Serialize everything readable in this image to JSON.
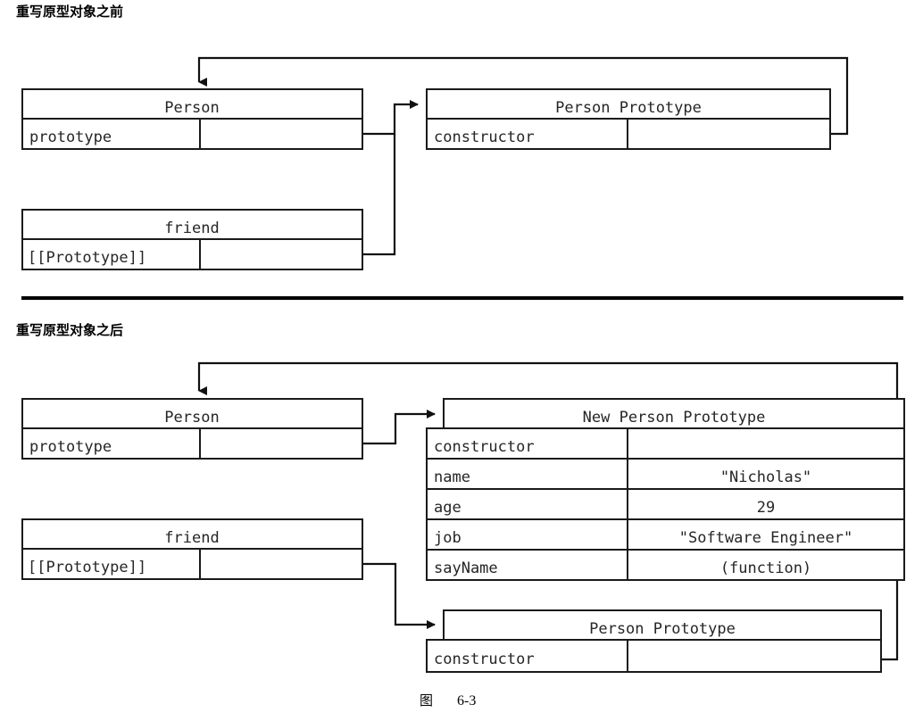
{
  "figure": {
    "caption_label": "图",
    "caption_number": "6-3"
  },
  "sections": [
    {
      "id": "before",
      "heading": "重写原型对象之前",
      "boxes": [
        {
          "id": "person-before",
          "title": "Person",
          "rows": [
            {
              "key": "prototype",
              "value": "",
              "value_kind": "pointer"
            }
          ]
        },
        {
          "id": "person-prototype-before",
          "title": "Person Prototype",
          "rows": [
            {
              "key": "constructor",
              "value": "",
              "value_kind": "pointer"
            }
          ]
        },
        {
          "id": "friend-before",
          "title": "friend",
          "rows": [
            {
              "key": "[[Prototype]]",
              "value": "",
              "value_kind": "pointer"
            }
          ]
        }
      ],
      "links": [
        {
          "from": "person-prototype-before.constructor",
          "to": "person-before"
        },
        {
          "from": "person-before.prototype",
          "to": "person-prototype-before"
        },
        {
          "from": "friend-before.[[Prototype]]",
          "to": "person-prototype-before"
        }
      ]
    },
    {
      "id": "after",
      "heading": "重写原型对象之后",
      "boxes": [
        {
          "id": "person-after",
          "title": "Person",
          "rows": [
            {
              "key": "prototype",
              "value": "",
              "value_kind": "pointer"
            }
          ]
        },
        {
          "id": "new-person-prototype",
          "title": "New Person Prototype",
          "rows": [
            {
              "key": "constructor",
              "value": "",
              "value_kind": "pointer"
            },
            {
              "key": "name",
              "value": "\"Nicholas\"",
              "value_kind": "text"
            },
            {
              "key": "age",
              "value": "29",
              "value_kind": "text"
            },
            {
              "key": "job",
              "value": "\"Software Engineer\"",
              "value_kind": "text"
            },
            {
              "key": "sayName",
              "value": "(function)",
              "value_kind": "text"
            }
          ]
        },
        {
          "id": "friend-after",
          "title": "friend",
          "rows": [
            {
              "key": "[[Prototype]]",
              "value": "",
              "value_kind": "pointer"
            }
          ]
        },
        {
          "id": "person-prototype-after",
          "title": "Person Prototype",
          "rows": [
            {
              "key": "constructor",
              "value": "",
              "value_kind": "pointer"
            }
          ]
        }
      ],
      "links": [
        {
          "from": "new-person-prototype.constructor",
          "to": "person-after"
        },
        {
          "from": "person-after.prototype",
          "to": "new-person-prototype"
        },
        {
          "from": "friend-after.[[Prototype]]",
          "to": "person-prototype-after"
        },
        {
          "from": "person-prototype-after.constructor",
          "to": "person-after"
        }
      ]
    }
  ],
  "colors": {
    "stroke": "#1a1a1a",
    "text": "#262626",
    "background": "#ffffff"
  }
}
